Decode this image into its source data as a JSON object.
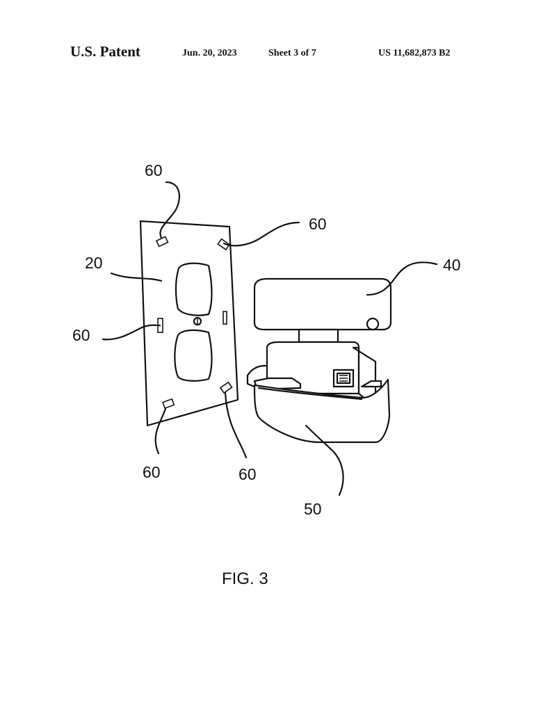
{
  "header": {
    "title": "U.S. Patent",
    "date": "Jun. 20, 2023",
    "sheet": "Sheet 3 of 7",
    "patent_number": "US 11,682,873 B2"
  },
  "labels": {
    "l60_top": "60",
    "l60_upper_right": "60",
    "l20": "20",
    "l40": "40",
    "l60_left": "60",
    "l60_bottom_left": "60",
    "l60_bottom_right": "60",
    "l50": "50"
  },
  "figure": {
    "caption": "FIG. 3"
  }
}
